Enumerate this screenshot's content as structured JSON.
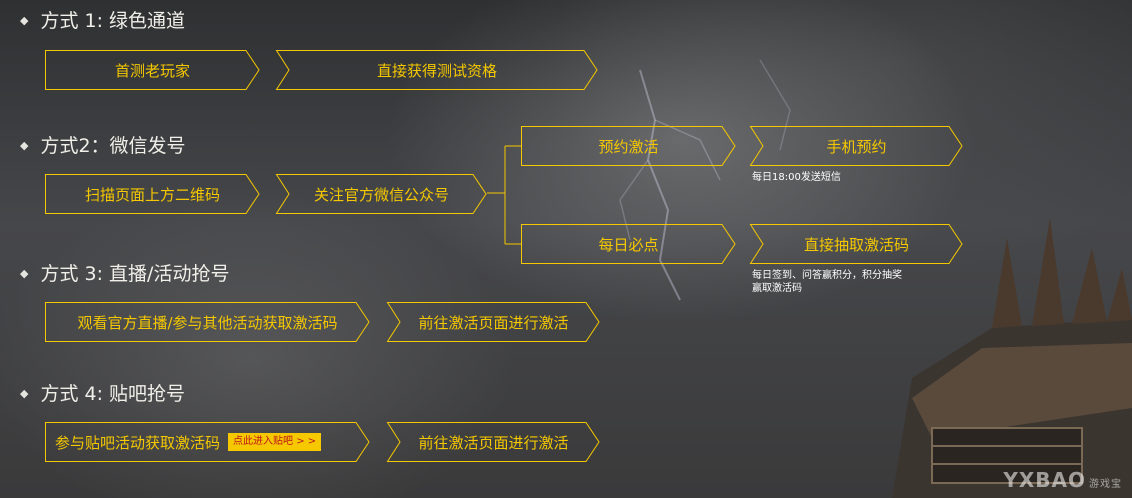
{
  "methods": [
    {
      "heading": "方式 1: 绿色通道",
      "steps": [
        "首测老玩家",
        "直接获得测试资格"
      ]
    },
    {
      "heading": "方式2：微信发号",
      "steps": [
        "扫描页面上方二维码",
        "关注官方微信公众号"
      ],
      "branches": [
        {
          "step": "预约激活",
          "result": "手机预约",
          "note": "每日18:00发送短信"
        },
        {
          "step": "每日必点",
          "result": "直接抽取激活码",
          "note_lines": [
            "每日签到、问答赢积分，积分抽奖",
            "赢取激活码"
          ]
        }
      ]
    },
    {
      "heading": "方式 3: 直播/活动抢号",
      "steps": [
        "观看官方直播/参与其他活动获取激活码",
        "前往激活页面进行激活"
      ]
    },
    {
      "heading": "方式 4: 贴吧抢号",
      "steps": [
        "参与贴吧活动获取激活码",
        "前往激活页面进行激活"
      ],
      "tag": "点此进入贴吧 > >"
    }
  ],
  "watermark": {
    "brand": "YXBAO",
    "suffix": "游戏宝"
  },
  "colors": {
    "accent": "#f5c800",
    "heading": "#f1efe9",
    "tag_text": "#c0141c"
  }
}
